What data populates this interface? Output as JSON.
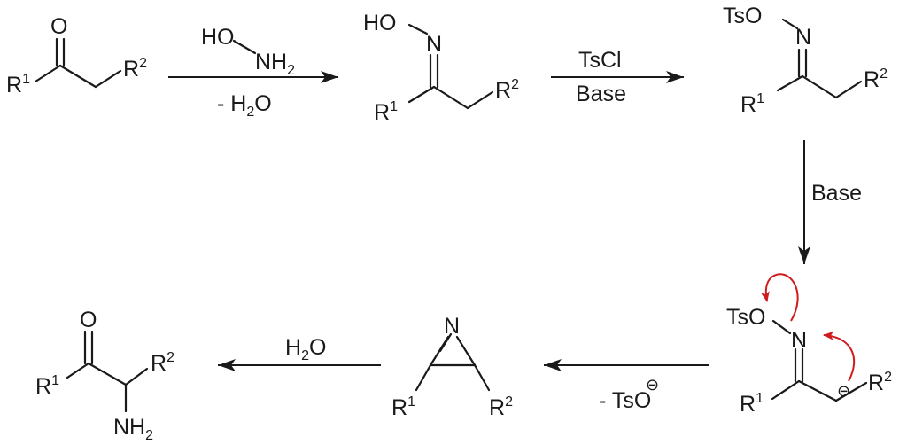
{
  "reaction": {
    "ketone": {
      "o": "O",
      "r1": "R",
      "r1_sup": "1",
      "r2": "R",
      "r2_sup": "2"
    },
    "step1": {
      "reagent_a": "HO",
      "reagent_b": "NH",
      "reagent_b_sub": "2",
      "cond_prefix": "- H",
      "cond_sub": "2",
      "cond_suffix": "O"
    },
    "oxime": {
      "ho": "HO",
      "n": "N",
      "r1": "R",
      "r1_sup": "1",
      "r2": "R",
      "r2_sup": "2"
    },
    "step2": {
      "reagent": "TsCl",
      "condition": "Base"
    },
    "tosyl_oxime": {
      "tso": "TsO",
      "n": "N",
      "r1": "R",
      "r1_sup": "1",
      "r2": "R",
      "r2_sup": "2"
    },
    "step3": {
      "condition": "Base"
    },
    "carbanion": {
      "tso": "TsO",
      "n": "N",
      "r1": "R",
      "r1_sup": "1",
      "r2": "R",
      "r2_sup": "2",
      "charge": "⊖"
    },
    "step4": {
      "cond_prefix": "- TsO",
      "charge": "⊖"
    },
    "azirine": {
      "n": "N",
      "r1": "R",
      "r1_sup": "1",
      "r2": "R",
      "r2_sup": "2"
    },
    "step5": {
      "reagent": "H",
      "reagent_sub": "2",
      "reagent_suffix": "O"
    },
    "aminoketone": {
      "o": "O",
      "r1": "R",
      "r1_sup": "1",
      "r2": "R",
      "r2_sup": "2",
      "nh": "NH",
      "nh_sub": "2"
    }
  }
}
